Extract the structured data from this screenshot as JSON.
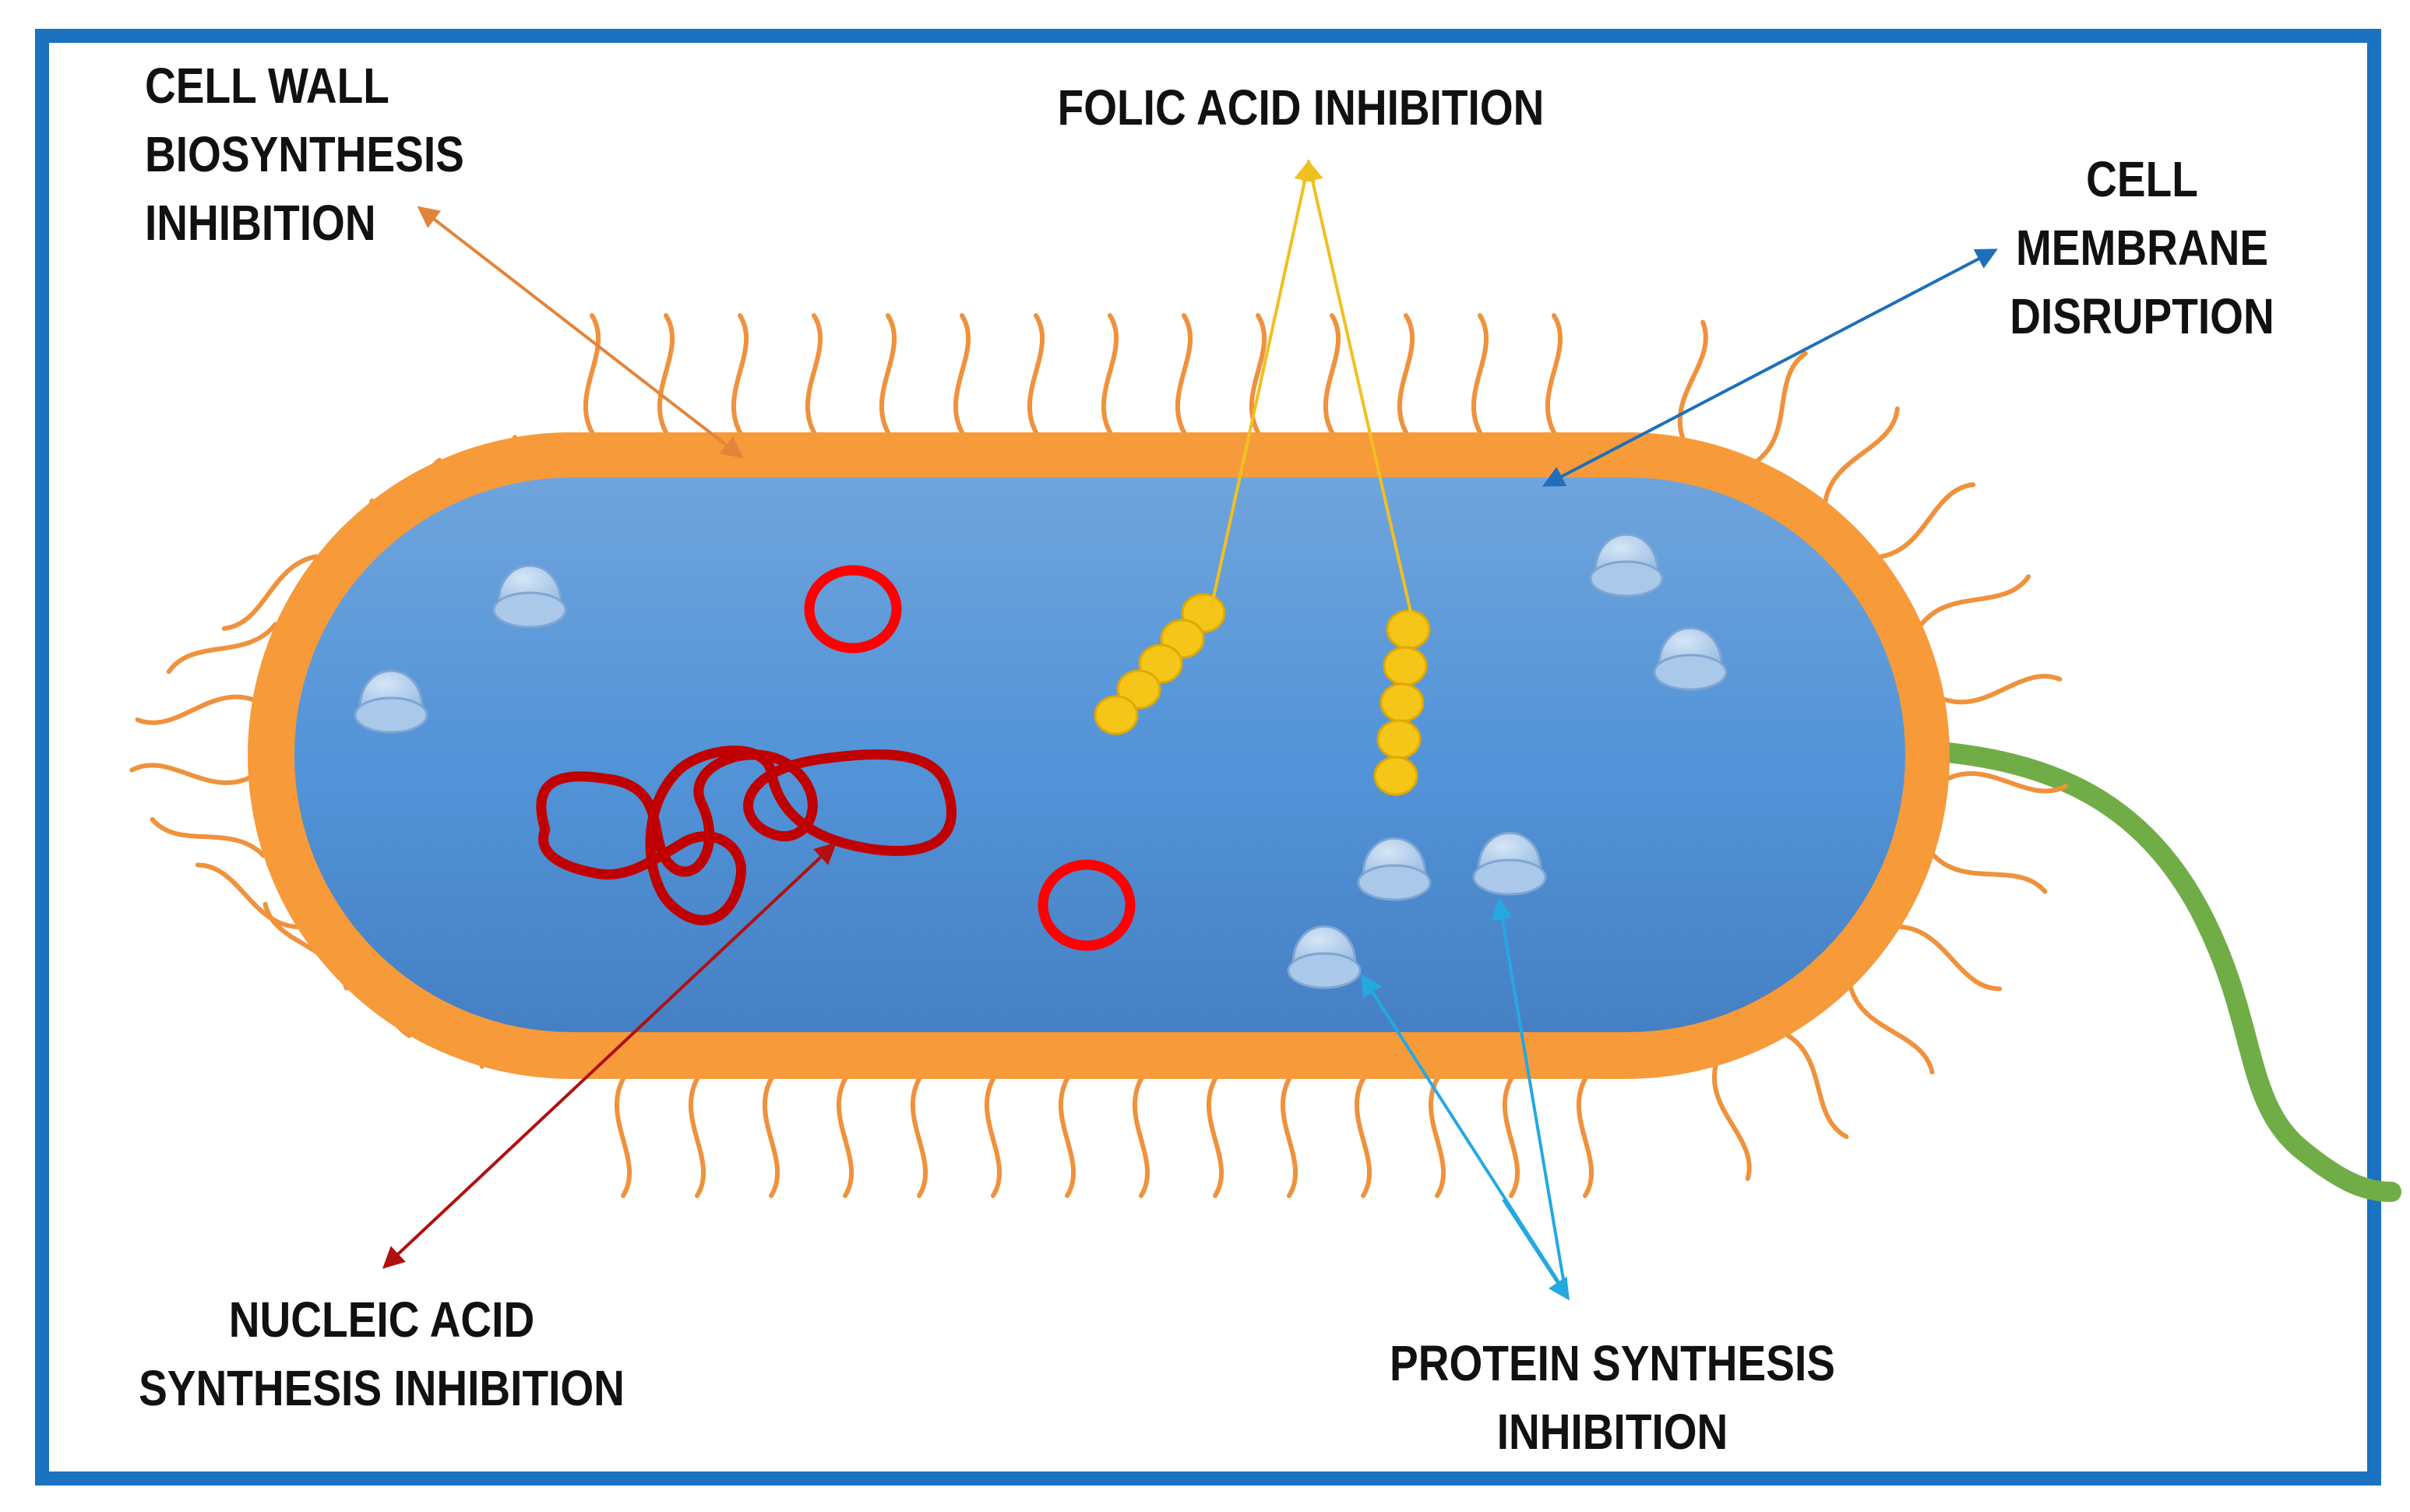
{
  "labels": {
    "cell_wall": [
      "CELL WALL",
      "BIOSYNTHESIS",
      "INHIBITION"
    ],
    "folic_acid": "FOLIC ACID INHIBITION",
    "cell_membrane": [
      "CELL",
      "MEMBRANE",
      "DISRUPTION"
    ],
    "nucleic_acid": [
      "NUCLEIC ACID",
      "SYNTHESIS INHIBITION"
    ],
    "protein_synthesis": [
      "PROTEIN SYNTHESIS",
      "INHIBITION"
    ]
  },
  "colors": {
    "frame": "#1a72c0",
    "cell_wall": "#f79a3a",
    "cytoplasm": "#4f8fd6",
    "flagellum": "#70ad47",
    "dna": "#c00000",
    "plasmid": "#ff0000",
    "folate": "#f5c518",
    "ribosome": "#a9c8ea",
    "arrow_cell_wall": "#e2843a",
    "arrow_folic": "#f0c020",
    "arrow_membrane": "#1f6fba",
    "arrow_nucleic": "#b01010",
    "arrow_protein": "#25a8e0"
  }
}
